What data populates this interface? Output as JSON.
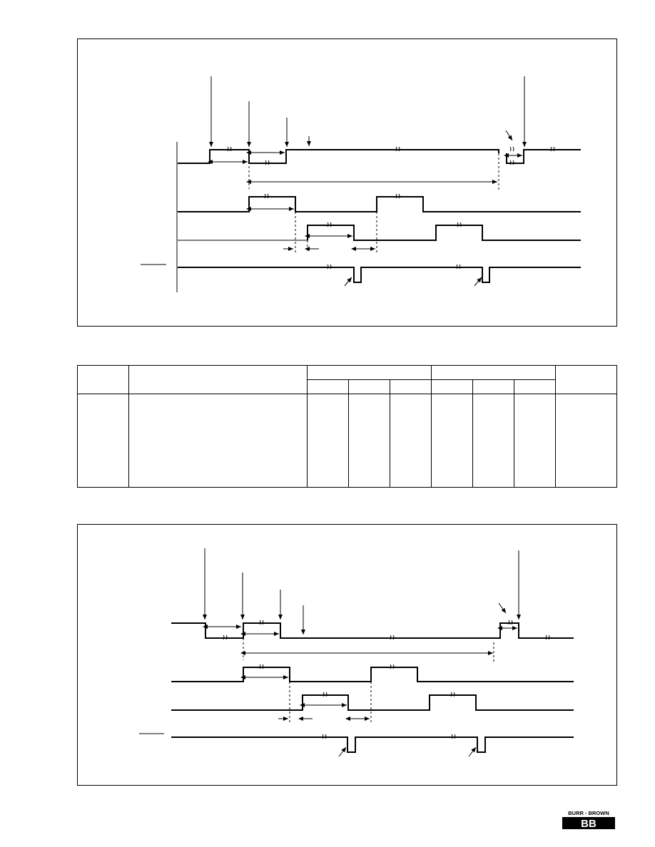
{
  "logo": {
    "text": "BURR - BROWN",
    "mark": "BB"
  },
  "figure_1": {
    "name": "timing-diagram-1"
  },
  "figure_2": {
    "name": "timing-diagram-2"
  },
  "table": {
    "columns": [
      "",
      "",
      "",
      "",
      "",
      "",
      "",
      "",
      ""
    ],
    "rows": [
      [
        "",
        "",
        "",
        "",
        "",
        "",
        "",
        "",
        ""
      ]
    ]
  }
}
